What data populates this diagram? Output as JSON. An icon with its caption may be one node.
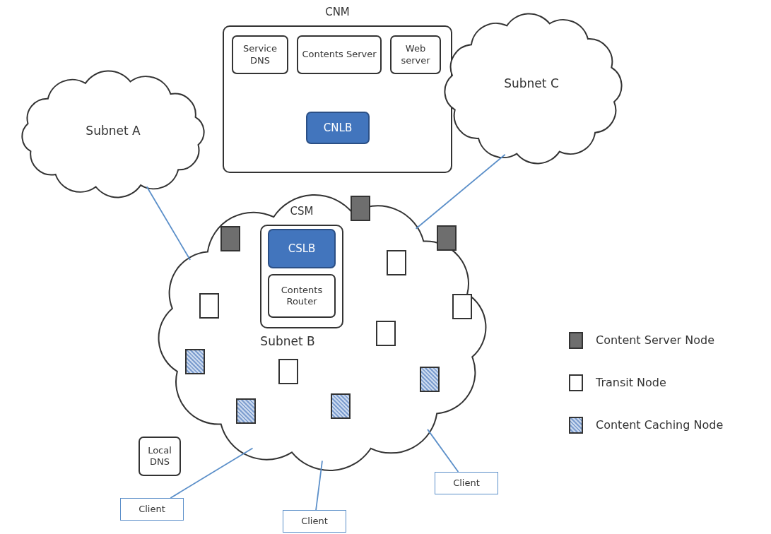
{
  "diagram": {
    "nodes": [
      {
        "text": [
          "Subnet A"
        ]
      },
      {
        "text": [
          "CNM"
        ]
      },
      {
        "text": [
          "Service DNS"
        ],
        "in": 1
      },
      {
        "text": [
          "Contents Server"
        ],
        "in": 1
      },
      {
        "text": [
          "Web server"
        ],
        "in": 1
      },
      {
        "text": [
          "CNLB"
        ],
        "in": 1
      },
      {
        "text": [
          "Subnet C"
        ]
      },
      {
        "text": [
          "Subnet B"
        ]
      },
      {
        "text": [
          "CSM"
        ],
        "in": 7
      },
      {
        "text": [
          "CSLB"
        ],
        "in": 8
      },
      {
        "text": [
          "Contents Router"
        ],
        "in": 8
      },
      {
        "text": [],
        "shape": "box",
        "in": 7
      },
      {
        "text": [],
        "shape": "box",
        "in": 7
      },
      {
        "text": [],
        "shape": "box",
        "in": 7
      },
      {
        "text": [],
        "shape": "box",
        "in": 7
      },
      {
        "text": [],
        "shape": "box",
        "in": 7
      },
      {
        "text": [],
        "shape": "box",
        "in": 7
      },
      {
        "text": [],
        "shape": "box",
        "in": 7
      },
      {
        "text": [],
        "shape": "box",
        "in": 7
      },
      {
        "text": [],
        "shape": "box",
        "in": 7
      },
      {
        "text": [],
        "shape": "box",
        "in": 7
      },
      {
        "text": [],
        "shape": "box",
        "in": 7
      },
      {
        "text": [],
        "shape": "box",
        "in": 7
      },
      {
        "text": [
          "Local DNS"
        ]
      },
      {
        "text": [
          "Client"
        ]
      },
      {
        "text": [
          "Client"
        ]
      },
      {
        "text": [
          "Client"
        ]
      }
    ],
    "edges": [
      {
        "from": 0,
        "to": 7,
        "arrow": "none"
      },
      {
        "from": 6,
        "to": 7,
        "arrow": "none"
      },
      {
        "from": 7,
        "to": 24,
        "arrow": "none"
      },
      {
        "from": 7,
        "to": 25,
        "arrow": "none"
      },
      {
        "from": 7,
        "to": 26,
        "arrow": "none"
      }
    ],
    "legend": [
      {
        "text": "Content Server Node",
        "color": "#6e6e6e"
      },
      {
        "text": "Transit Node",
        "color": "#ffffff"
      },
      {
        "text": "Content Caching Node"
      }
    ]
  }
}
